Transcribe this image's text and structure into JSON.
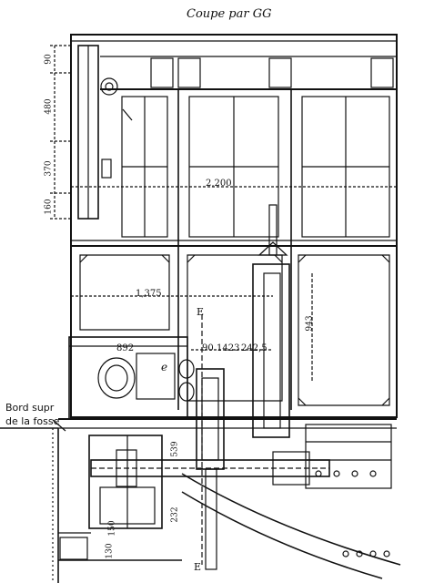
{
  "title": "Coupe par GG",
  "side_label": [
    "Bord supr",
    "de la fosse"
  ],
  "section_letters": {
    "top": "E",
    "bottom": "E"
  },
  "part_letter": "e",
  "dims_horizontal": {
    "d2200": "2,200",
    "d1375": "1,375",
    "d892": "892",
    "d90": "90",
    "d1423": "1423",
    "d2425": "242,5",
    "d943": "943"
  },
  "dims_vertical": {
    "d90": "90",
    "d480": "480",
    "d370": "370",
    "d160": "160",
    "d539": "539",
    "d232": "232",
    "d130": "130",
    "d150": "150"
  },
  "colors": {
    "ink": "#111111",
    "paper": "#ffffff"
  }
}
